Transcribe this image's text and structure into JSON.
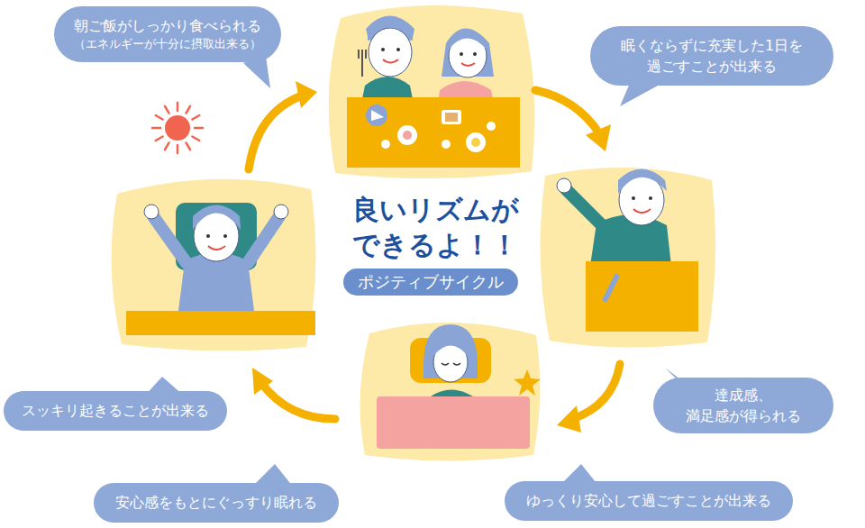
{
  "diagram": {
    "title": "良いリズムが できるよ！！",
    "nodes": [
      {
        "text": [
          "朝ご飯がしっかり食べられる",
          "（エネルギーが十分に摂取出来る）"
        ]
      },
      {
        "text": [
          "眠くならずに充実した1日を 過ごすことが出来る"
        ]
      },
      {
        "text": [
          "達成感、 満足感が得られる"
        ]
      },
      {
        "text": [
          "ゆっくり安心して過ごすことが出来る"
        ]
      },
      {
        "text": [
          "安心感をもとにぐっすり眠れる"
        ]
      },
      {
        "text": [
          "スッキリ起きることが出来る"
        ]
      },
      {
        "text": [
          "ポジティブサイクル"
        ]
      }
    ]
  }
}
